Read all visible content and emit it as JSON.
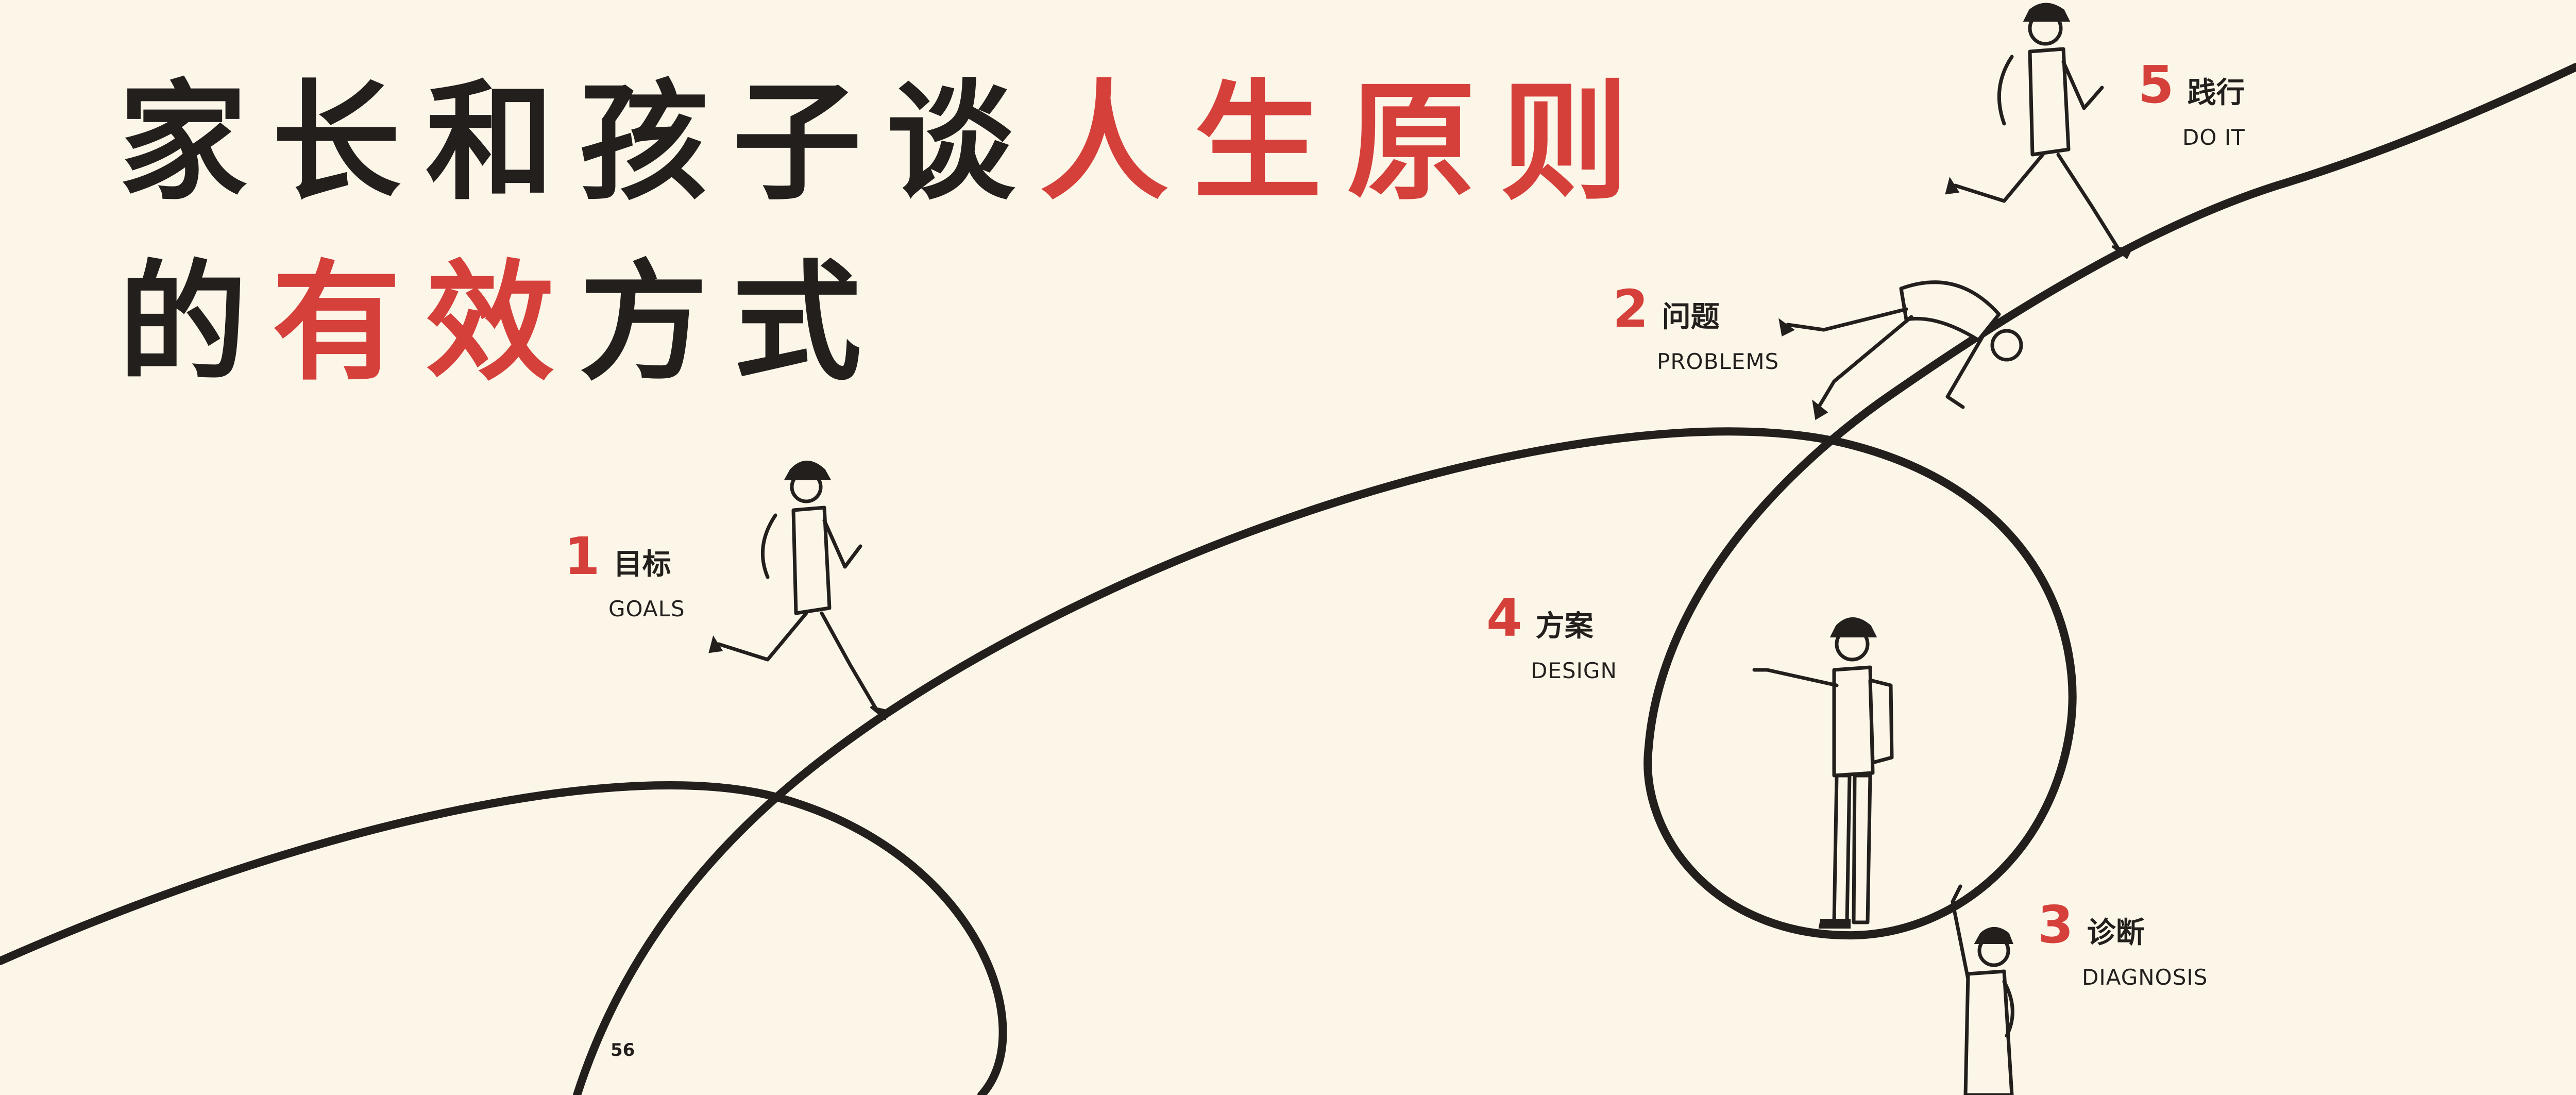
{
  "title": {
    "line1_plain": "家长和孩子谈",
    "line1_highlight": "人生原则",
    "line2_prefix": "的",
    "line2_highlight": "有效",
    "line2_suffix": "方式"
  },
  "steps": [
    {
      "number": "1",
      "cn": "目标",
      "en": "GOALS"
    },
    {
      "number": "2",
      "cn": "问题",
      "en": "PROBLEMS"
    },
    {
      "number": "3",
      "cn": "诊断",
      "en": "DIAGNOSIS"
    },
    {
      "number": "4",
      "cn": "方案",
      "en": "DESIGN"
    },
    {
      "number": "5",
      "cn": "践行",
      "en": "DO IT"
    }
  ],
  "page_number": "56",
  "colors": {
    "background": "#fcf6e9",
    "ink": "#231f1d",
    "accent": "#d5403b"
  }
}
